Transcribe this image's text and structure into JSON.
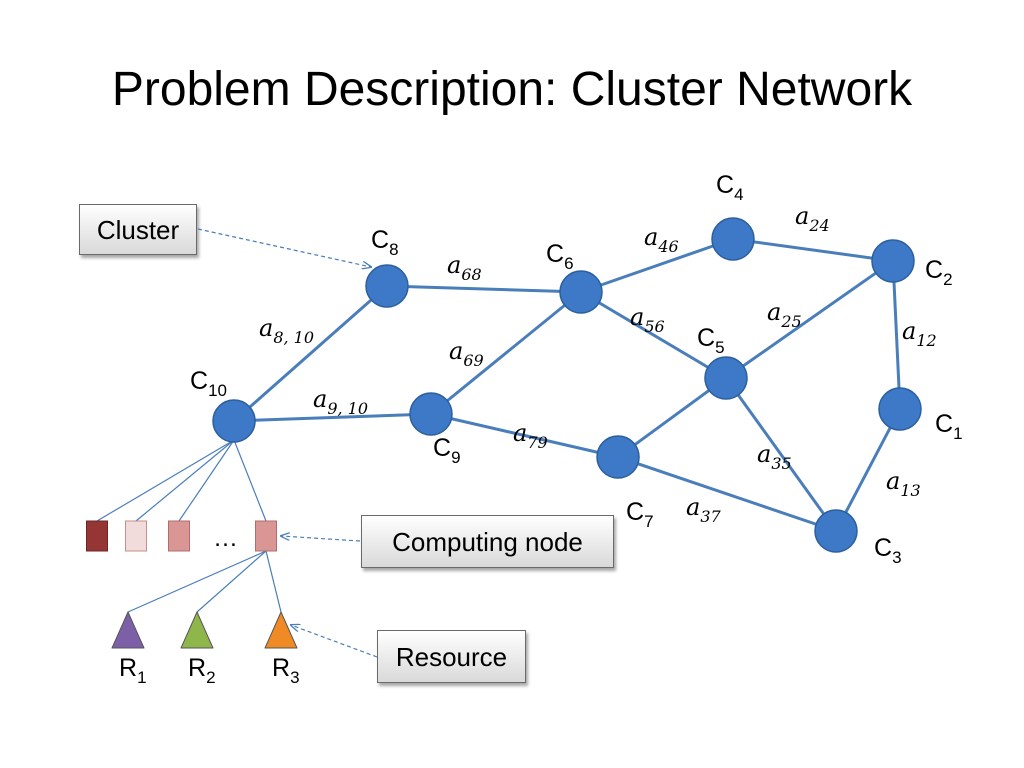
{
  "title": "Problem Description: Cluster Network",
  "callouts": {
    "cluster": "Cluster",
    "computing_node": "Computing node",
    "resource": "Resource"
  },
  "colors": {
    "edge": "#4a7ebb",
    "node_fill": "#3d79c6",
    "node_stroke": "#2c5f9e",
    "arrow": "#4a7ebb",
    "computing_node_dark": "#943634",
    "computing_node_light": "#f2dcdb",
    "computing_node_mid": "#d99694",
    "resource_1": "#7d5fa8",
    "resource_2": "#8fb64b",
    "resource_3": "#f08a24"
  },
  "clusters": [
    {
      "id": "C1",
      "label": "C",
      "sub": "1"
    },
    {
      "id": "C2",
      "label": "C",
      "sub": "2"
    },
    {
      "id": "C3",
      "label": "C",
      "sub": "3"
    },
    {
      "id": "C4",
      "label": "C",
      "sub": "4"
    },
    {
      "id": "C5",
      "label": "C",
      "sub": "5"
    },
    {
      "id": "C6",
      "label": "C",
      "sub": "6"
    },
    {
      "id": "C7",
      "label": "C",
      "sub": "7"
    },
    {
      "id": "C8",
      "label": "C",
      "sub": "8"
    },
    {
      "id": "C9",
      "label": "C",
      "sub": "9"
    },
    {
      "id": "C10",
      "label": "C",
      "sub": "10"
    }
  ],
  "edges": [
    {
      "from": "C8",
      "to": "C10",
      "label": "a",
      "sub": "8, 10"
    },
    {
      "from": "C8",
      "to": "C6",
      "label": "a",
      "sub": "68"
    },
    {
      "from": "C10",
      "to": "C9",
      "label": "a",
      "sub": "9, 10"
    },
    {
      "from": "C9",
      "to": "C6",
      "label": "a",
      "sub": "69"
    },
    {
      "from": "C9",
      "to": "C7",
      "label": "a",
      "sub": "79"
    },
    {
      "from": "C6",
      "to": "C4",
      "label": "a",
      "sub": "46"
    },
    {
      "from": "C6",
      "to": "C5",
      "label": "a",
      "sub": "56"
    },
    {
      "from": "C4",
      "to": "C2",
      "label": "a",
      "sub": "24"
    },
    {
      "from": "C5",
      "to": "C2",
      "label": "a",
      "sub": "25"
    },
    {
      "from": "C2",
      "to": "C1",
      "label": "a",
      "sub": "12"
    },
    {
      "from": "C5",
      "to": "C3",
      "label": "a",
      "sub": "35"
    },
    {
      "from": "C1",
      "to": "C3",
      "label": "a",
      "sub": "13"
    },
    {
      "from": "C7",
      "to": "C3",
      "label": "a",
      "sub": "37"
    },
    {
      "from": "C7",
      "to": "C5",
      "label": "",
      "sub": ""
    }
  ],
  "computing_nodes": {
    "ellipsis": "…",
    "shades": [
      "dark",
      "light",
      "mid",
      "mid"
    ]
  },
  "resources": [
    {
      "label": "R",
      "sub": "1",
      "color_key": "resource_1"
    },
    {
      "label": "R",
      "sub": "2",
      "color_key": "resource_2"
    },
    {
      "label": "R",
      "sub": "3",
      "color_key": "resource_3"
    }
  ]
}
